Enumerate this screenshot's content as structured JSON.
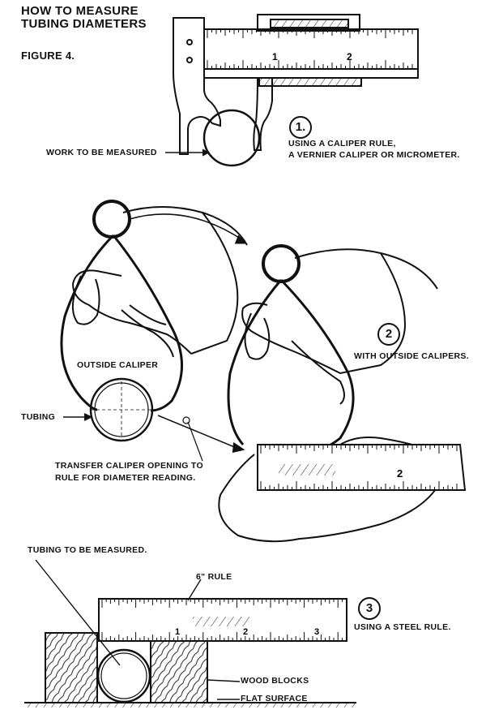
{
  "title": {
    "line1": "HOW TO MEASURE",
    "line2": "TUBING DIAMETERS"
  },
  "figure_label": "FIGURE 4.",
  "step1": {
    "number": "1.",
    "line1": "USING A CALIPER RULE,",
    "line2": "A VERNIER CALIPER OR MICROMETER.",
    "work_label": "WORK TO BE MEASURED",
    "rule_numbers": [
      "1",
      "2"
    ]
  },
  "step2": {
    "number": "2",
    "caption": "WITH OUTSIDE CALIPERS.",
    "caliper_label": "OUTSIDE CALIPER",
    "tubing_label": "TUBING",
    "transfer_line1": "TRANSFER CALIPER OPENING TO",
    "transfer_line2": "RULE FOR DIAMETER READING.",
    "rule_number": "2"
  },
  "step3": {
    "number": "3",
    "caption": "USING A STEEL RULE.",
    "tubing_label": "TUBING TO BE MEASURED.",
    "rule_label": "6\" RULE",
    "wood_label": "WOOD BLOCKS",
    "surface_label": "FLAT SURFACE",
    "rule_numbers": [
      "1",
      "2",
      "3"
    ]
  }
}
